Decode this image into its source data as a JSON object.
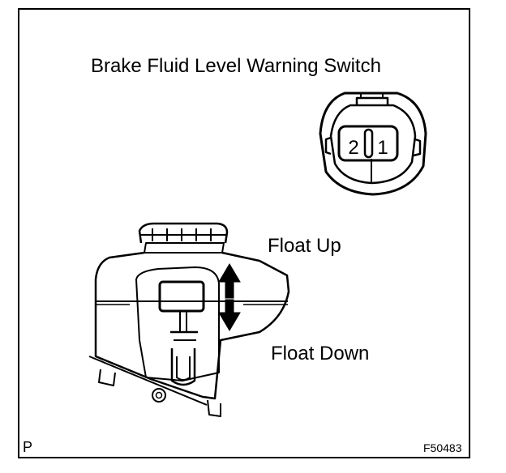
{
  "diagram": {
    "title": "Brake Fluid Level Warning Switch",
    "connector": {
      "pins": [
        "2",
        "1"
      ]
    },
    "labels": {
      "float_up": "Float Up",
      "float_down": "Float Down"
    },
    "page_marker": "P",
    "figure_code": "F50483"
  }
}
